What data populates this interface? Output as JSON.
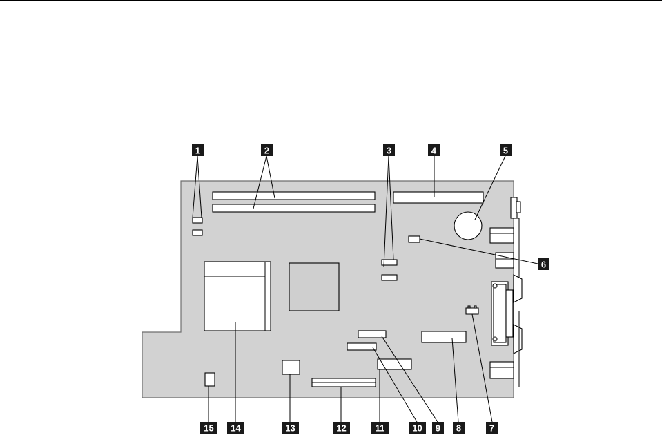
{
  "callouts": [
    {
      "id": "1",
      "label": "1"
    },
    {
      "id": "2",
      "label": "2"
    },
    {
      "id": "3",
      "label": "3"
    },
    {
      "id": "4",
      "label": "4"
    },
    {
      "id": "5",
      "label": "5"
    },
    {
      "id": "6",
      "label": "6"
    },
    {
      "id": "7",
      "label": "7"
    },
    {
      "id": "8",
      "label": "8"
    },
    {
      "id": "9",
      "label": "9"
    },
    {
      "id": "10",
      "label": "10"
    },
    {
      "id": "11",
      "label": "11"
    },
    {
      "id": "12",
      "label": "12"
    },
    {
      "id": "13",
      "label": "13"
    },
    {
      "id": "14",
      "label": "14"
    },
    {
      "id": "15",
      "label": "15"
    }
  ],
  "colors": {
    "board": "#d2d2d2",
    "callout_box": "#1a1a1a",
    "callout_text": "#ffffff",
    "line": "#000000"
  }
}
